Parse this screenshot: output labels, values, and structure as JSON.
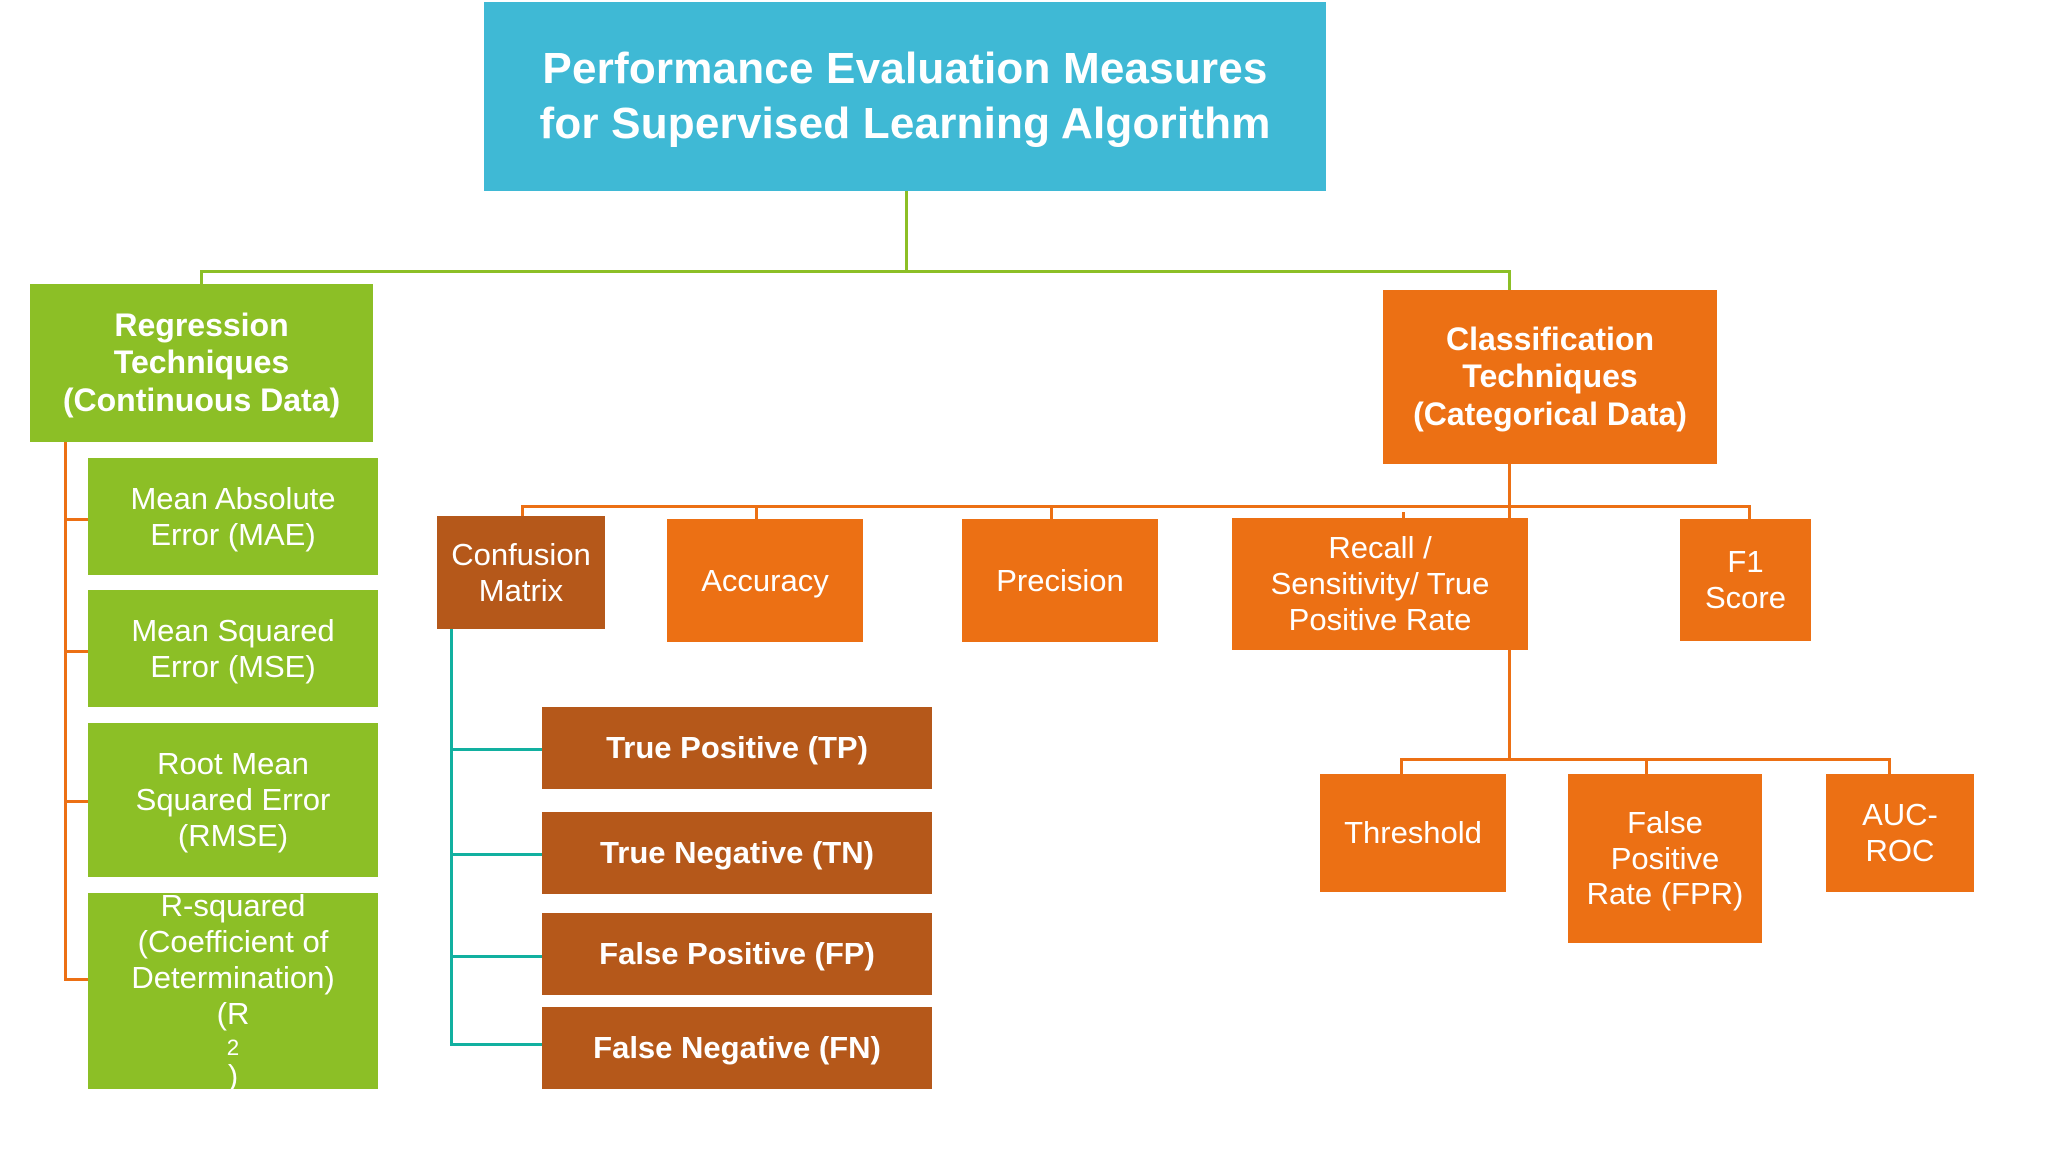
{
  "diagram": {
    "type": "hierarchy-tree",
    "title": "Performance Evaluation Measures for Supervised Learning Algorithm",
    "colors": {
      "root": "#3FB9D5",
      "regression": "#8CBF26",
      "classification": "#EC7014",
      "confusion_matrix": "#B5581A",
      "connector_green": "#8CBF26",
      "connector_orange": "#EC7014",
      "connector_teal": "#12B0A0",
      "text": "#FFFFFF",
      "background": "#FFFFFF"
    }
  },
  "root": {
    "line1": "Performance Evaluation Measures",
    "line2": "for Supervised Learning Algorithm"
  },
  "regression": {
    "heading_line1": "Regression",
    "heading_line2": "Techniques",
    "heading_line3": "(Continuous Data)",
    "children": [
      {
        "line1": "Mean Absolute",
        "line2": "Error (MAE)"
      },
      {
        "line1": "Mean Squared",
        "line2": "Error (MSE)"
      },
      {
        "line1": "Root Mean",
        "line2": "Squared Error",
        "line3": "(RMSE)"
      },
      {
        "line1": "R-squared",
        "line2": "(Coefficient of",
        "line3": "Determination)",
        "line4": "(R2)"
      }
    ]
  },
  "classification": {
    "heading_line1": "Classification",
    "heading_line2": "Techniques",
    "heading_line3": "(Categorical Data)",
    "metrics": [
      {
        "line1": "Confusion",
        "line2": "Matrix"
      },
      {
        "line1": "Accuracy"
      },
      {
        "line1": "Precision"
      },
      {
        "line1": "Recall /",
        "line2": "Sensitivity/ True",
        "line3": "Positive Rate"
      },
      {
        "line1": "F1",
        "line2": "Score"
      }
    ],
    "extras": [
      {
        "line1": "Threshold"
      },
      {
        "line1": "False",
        "line2": "Positive",
        "line3": "Rate (FPR)"
      },
      {
        "line1": "AUC-",
        "line2": "ROC"
      }
    ]
  },
  "confusion_matrix": {
    "children": [
      {
        "label": "True Positive (TP)"
      },
      {
        "label": "True Negative (TN)"
      },
      {
        "label": "False Positive (FP)"
      },
      {
        "label": "False Negative (FN)"
      }
    ]
  }
}
